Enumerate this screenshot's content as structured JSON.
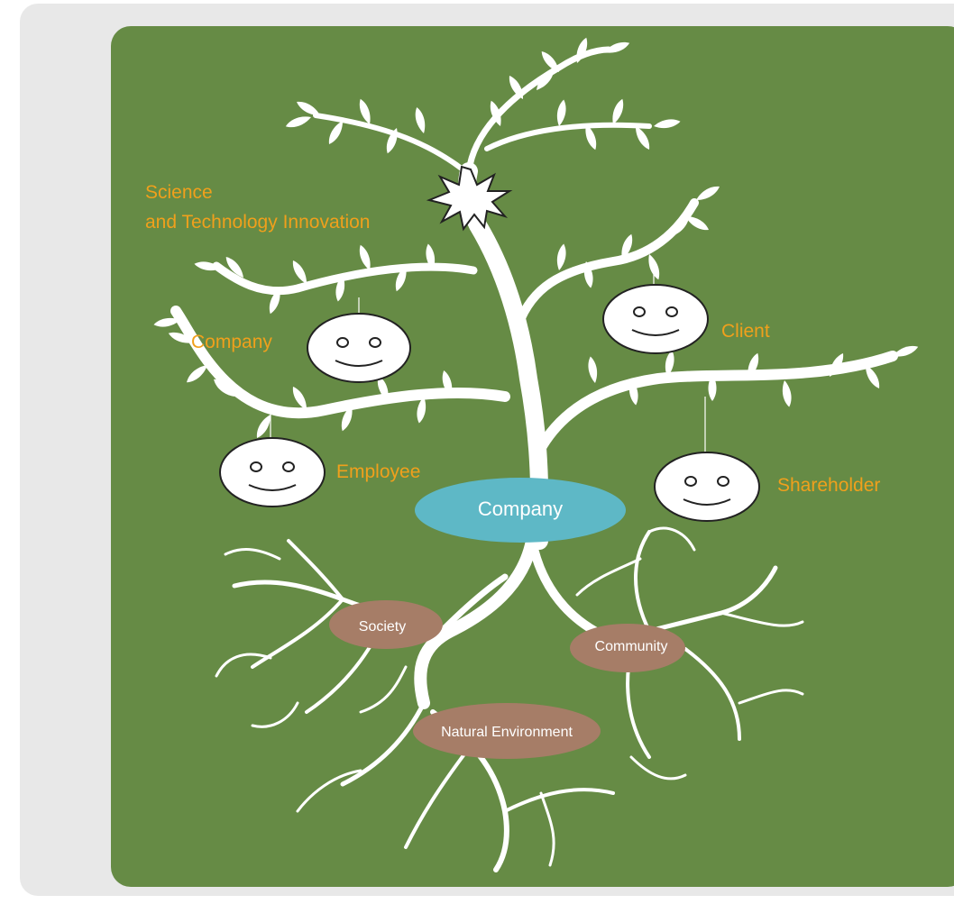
{
  "labels": {
    "science_line1": "Science",
    "science_line2": "and Technology Innovation",
    "company_branch": "Company",
    "employee": "Employee",
    "client": "Client",
    "shareholder": "Shareholder",
    "company_center": "Company",
    "society": "Society",
    "community": "Community",
    "natural_environment": "Natural Environment"
  },
  "colors": {
    "panel": "#668b45",
    "frame": "#e8e8e8",
    "tree": "#ffffff",
    "label": "#f0a01c",
    "center_ellipse": "#5eb8c6",
    "root_ellipse": "#a67d67"
  },
  "icons": [
    "smiley-face-icon",
    "starburst-icon",
    "leaf-icon"
  ]
}
